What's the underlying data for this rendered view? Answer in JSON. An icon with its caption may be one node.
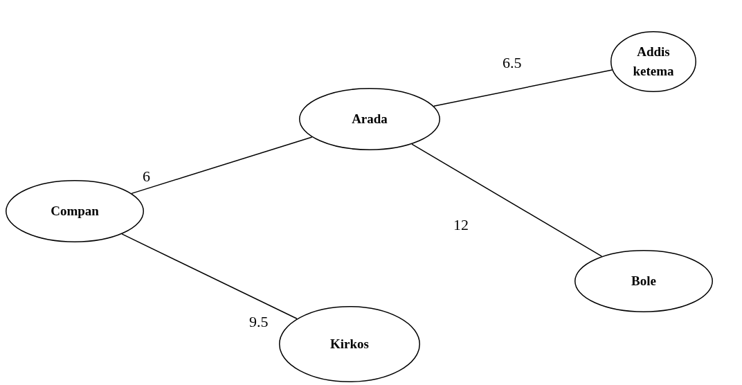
{
  "diagram": {
    "nodes": [
      {
        "text": [
          "Addis ketema"
        ]
      },
      {
        "text": [
          "Arada"
        ]
      },
      {
        "text": [
          "Compan"
        ]
      },
      {
        "text": [
          "Bole"
        ]
      },
      {
        "text": [
          "Kirkos"
        ]
      }
    ],
    "edges": [
      {
        "from": 1,
        "to": 0,
        "arrow": "none",
        "label": "6.5"
      },
      {
        "from": 2,
        "to": 1,
        "arrow": "none",
        "label": "6"
      },
      {
        "from": 1,
        "to": 3,
        "arrow": "none",
        "label": "12"
      },
      {
        "from": 2,
        "to": 4,
        "arrow": "none",
        "label": "9.5"
      }
    ]
  }
}
